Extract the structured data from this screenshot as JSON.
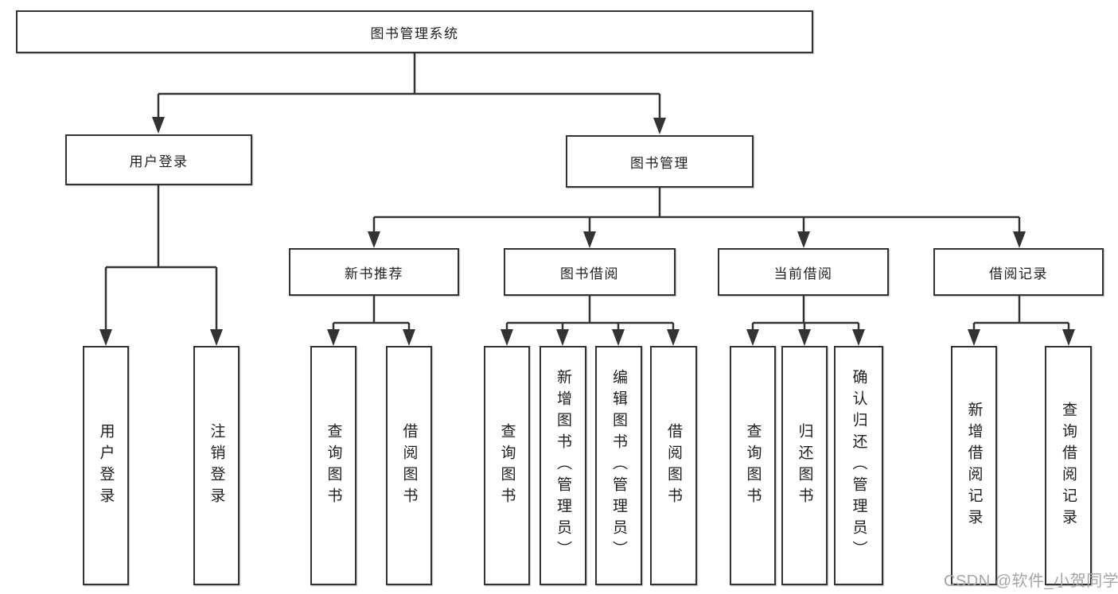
{
  "diagram": {
    "nodes": {
      "root": "图书管理系统",
      "user_login": "用户登录",
      "book_mgmt": "图书管理",
      "new_book_rec": "新书推荐",
      "book_borrow": "图书借阅",
      "current_borrow": "当前借阅",
      "borrow_records": "借阅记录",
      "leaf_user_login": "用户登录",
      "leaf_logout": "注销登录",
      "leaf_query_books_1": "查询图书",
      "leaf_borrow_books_1": "借阅图书",
      "leaf_query_books_2": "查询图书",
      "leaf_add_books": "新增图书（管理员）",
      "leaf_edit_books": "编辑图书（管理员）",
      "leaf_borrow_books_2": "借阅图书",
      "leaf_query_books_3": "查询图书",
      "leaf_return_books": "归还图书",
      "leaf_confirm_return": "确认归还（管理员）",
      "leaf_add_record": "新增借阅记录",
      "leaf_query_record": "查询借阅记录"
    },
    "colors": {
      "line": "#333333",
      "box_border": "#333333",
      "box_fill": "#ffffff",
      "text": "#1f1f1f",
      "background": "#ffffff",
      "watermark": "#a8a4a4"
    }
  },
  "watermark": {
    "text": "CSDN @软件_小贺同学"
  }
}
